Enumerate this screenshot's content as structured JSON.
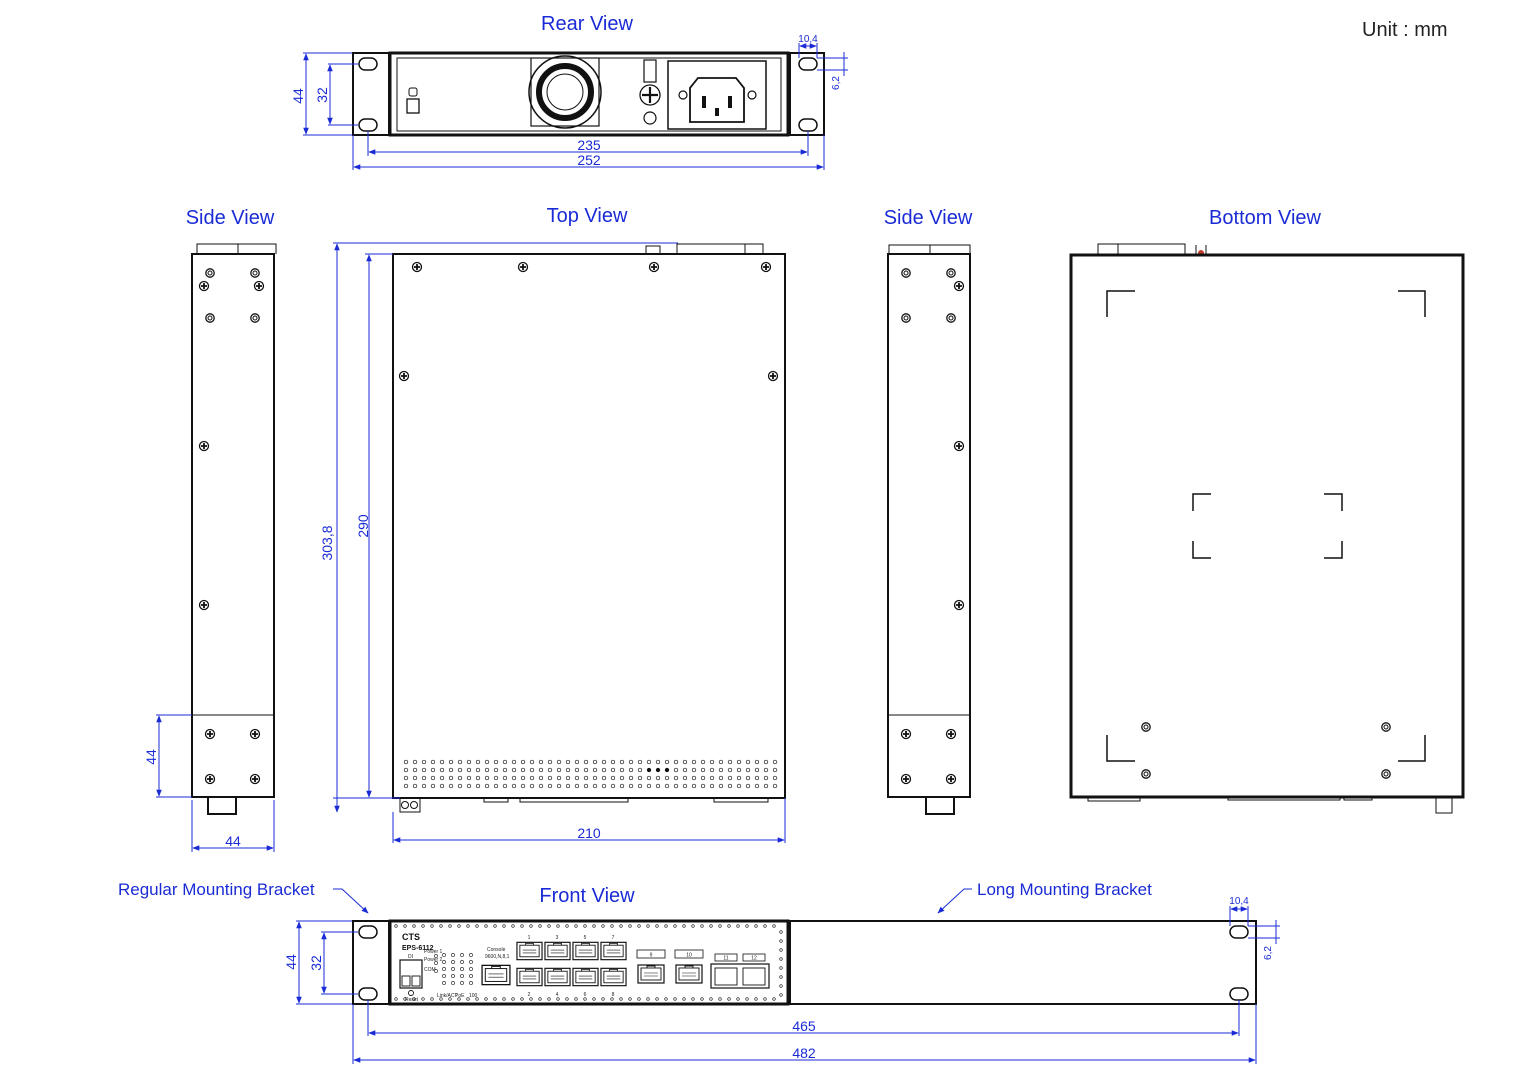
{
  "unit_label": "Unit : mm",
  "views": {
    "rear": "Rear View",
    "side_left": "Side View",
    "top": "Top View",
    "side_right": "Side View",
    "bottom": "Bottom View",
    "front": "Front View"
  },
  "callouts": {
    "regular_bracket": "Regular Mounting Bracket",
    "long_bracket": "Long Mounting Bracket"
  },
  "dimensions": {
    "rear_height": "44",
    "rear_hole_spacing": "32",
    "rear_slot_width": "10,4",
    "rear_slot_height": "6,2",
    "rear_hole_distance": "235",
    "rear_total_width": "252",
    "top_depth_total": "303,8",
    "top_depth_body": "290",
    "top_width": "210",
    "side_bracket_height": "44",
    "side_width": "44",
    "front_height": "44",
    "front_hole_spacing": "32",
    "front_slot_width": "10,4",
    "front_slot_height": "6,2",
    "front_hole_distance": "465",
    "front_total_width": "482"
  },
  "front_panel": {
    "brand": "CTS",
    "model": "EPS-6112",
    "console_label": "Console",
    "console_sub": "9600,N,8,1",
    "led_labels": [
      "Power 1",
      "Power 2",
      "COM",
      "Link/ACT",
      "PoE",
      "100"
    ],
    "di_label": "DI",
    "reset_label": "Reset",
    "port_numbers": [
      "1",
      "3",
      "5",
      "7",
      "2",
      "4",
      "6",
      "8",
      "9",
      "10",
      "11",
      "12"
    ]
  }
}
